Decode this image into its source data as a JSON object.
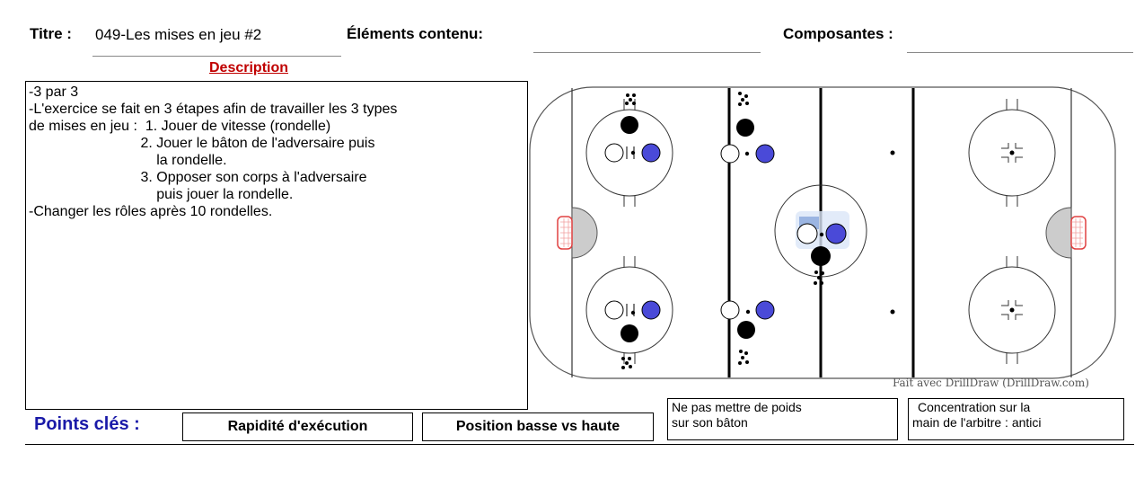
{
  "header": {
    "title_label": "Titre :",
    "title_value": "049-Les mises en jeu #2",
    "elements_label": "Éléments contenu:",
    "elements_value": "",
    "composantes_label": "Composantes :",
    "composantes_value": ""
  },
  "description": {
    "heading": "Description",
    "lines": [
      "-3 par 3",
      "-L'exercice se fait en 3 étapes afin de travailler les 3 types",
      "de mises en jeu :  1. Jouer de vitesse (rondelle)",
      "                            2. Jouer le bâton de l'adversaire puis",
      "                                la rondelle.",
      "                            3. Opposer son corps à l'adversaire",
      "                                puis jouer la rondelle.",
      "-Changer les rôles après 10 rondelles."
    ]
  },
  "rink": {
    "credit": "Fait avec DrillDraw (DrillDraw.com)",
    "colors": {
      "black_player": "#000000",
      "white_player": "#ffffff",
      "blue_player": "#4a4ad8",
      "net": "#e04040",
      "crease": "#cccccc"
    }
  },
  "key_points": {
    "label": "Points clés :",
    "items": [
      "Rapidité d'exécution",
      "Position basse vs haute",
      "Ne pas mettre de poids sur son bâton",
      "Concentration sur la main de l'arbitre : antici"
    ],
    "item3_lines": [
      "Ne pas mettre de poids",
      "sur son bâton"
    ],
    "item4_lines": [
      "Concentration sur la",
      "main de l'arbitre : antici"
    ]
  }
}
